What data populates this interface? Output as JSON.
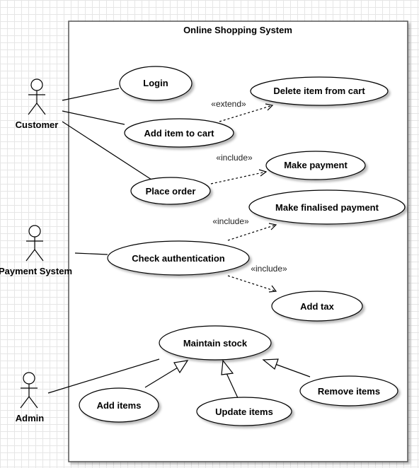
{
  "system": {
    "title": "Online Shopping System"
  },
  "actors": {
    "customer": "Customer",
    "payment_system": "Payment System",
    "admin": "Admin"
  },
  "use_cases": {
    "login": "Login",
    "delete_item": "Delete item from cart",
    "add_item_to_cart": "Add item to cart",
    "make_payment": "Make payment",
    "place_order": "Place order",
    "make_finalised_payment": "Make finalised payment",
    "check_authentication": "Check authentication",
    "add_tax": "Add tax",
    "maintain_stock": "Maintain stock",
    "add_items": "Add items",
    "update_items": "Update items",
    "remove_items": "Remove items"
  },
  "stereotypes": {
    "extend": "«extend»",
    "include_payment": "«include»",
    "include_finalised": "«include»",
    "include_tax": "«include»"
  }
}
